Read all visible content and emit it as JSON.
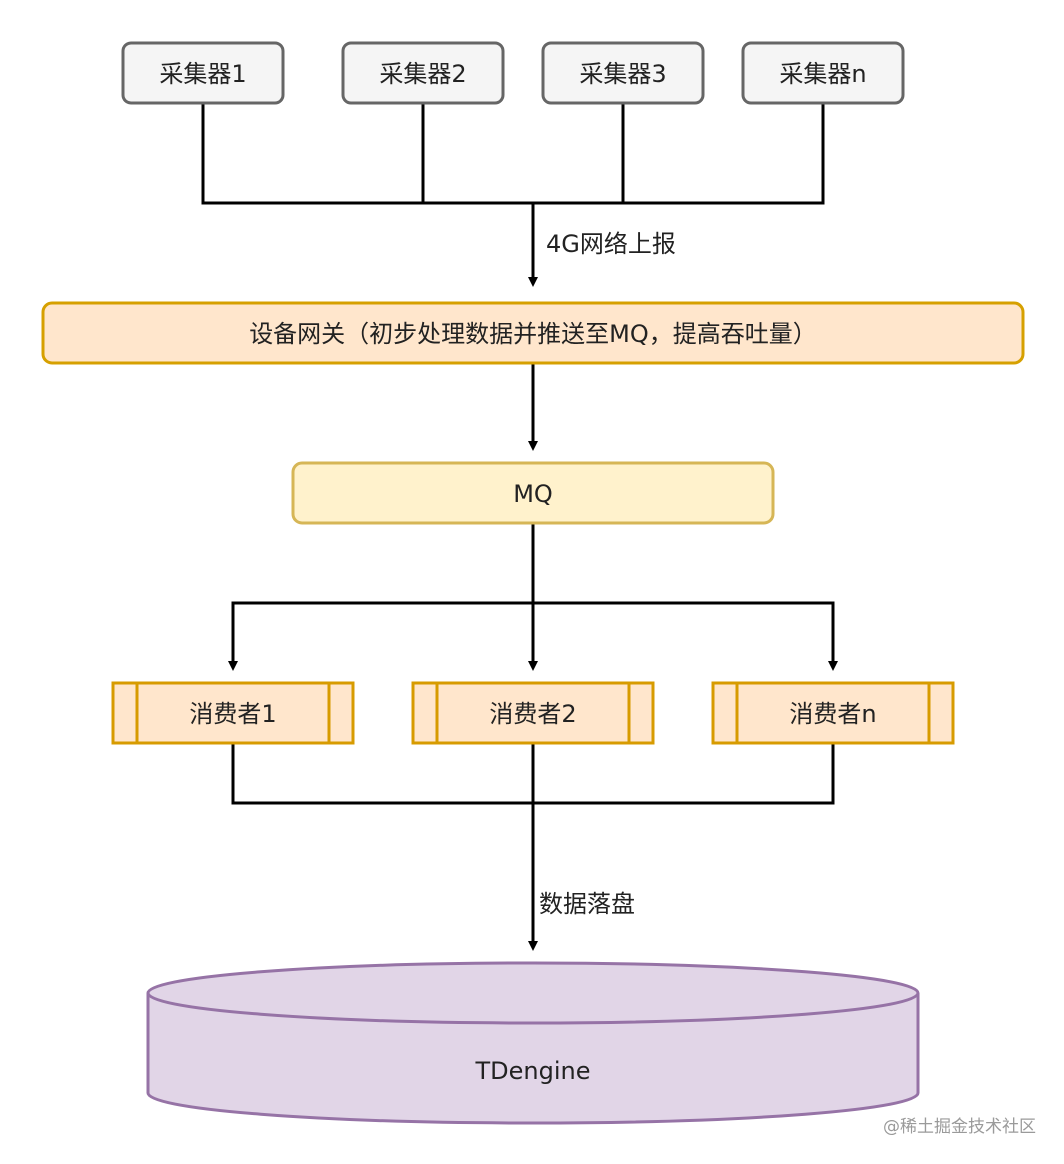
{
  "diagram": {
    "collectors": [
      "采集器1",
      "采集器2",
      "采集器3",
      "采集器n"
    ],
    "edge_report": "4G网络上报",
    "gateway": "设备网关（初步处理数据并推送至MQ，提高吞吐量）",
    "mq": "MQ",
    "consumers": [
      "消费者1",
      "消费者2",
      "消费者n"
    ],
    "edge_persist": "数据落盘",
    "database": "TDengine"
  },
  "watermark": "@稀土掘金技术社区",
  "colors": {
    "collector_fill": "#f5f5f5",
    "collector_stroke": "#666666",
    "gateway_fill": "#ffe6cc",
    "gateway_stroke": "#d6a000",
    "mq_fill": "#fff2cc",
    "mq_stroke": "#d6b656",
    "consumer_fill": "#ffe6cc",
    "consumer_stroke": "#d79b00",
    "db_fill": "#e1d5e7",
    "db_stroke": "#9673a6",
    "line": "#000000"
  }
}
